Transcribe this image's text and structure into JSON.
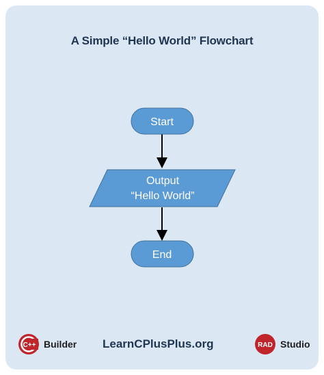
{
  "title": "A Simple “Hello World” Flowchart",
  "flowchart": {
    "nodes": [
      {
        "id": "start",
        "shape": "terminator",
        "lines": [
          "Start"
        ]
      },
      {
        "id": "output",
        "shape": "parallelogram",
        "lines": [
          "Output",
          "“Hello World”"
        ]
      },
      {
        "id": "end",
        "shape": "terminator",
        "lines": [
          "End"
        ]
      }
    ],
    "edges": [
      {
        "from": "start",
        "to": "output"
      },
      {
        "from": "output",
        "to": "end"
      }
    ]
  },
  "footer": {
    "left_logo_text": "C++",
    "left_brand": "Builder",
    "site": "LearnCPlusPlus.org",
    "right_logo_text": "RAD",
    "right_brand": "Studio"
  },
  "colors": {
    "background": "#dbe7f3",
    "node_fill": "#5b9bd5",
    "node_stroke": "#41719c",
    "title_text": "#1f3550",
    "arrow": "#000000",
    "logo_red": "#c0252b"
  }
}
